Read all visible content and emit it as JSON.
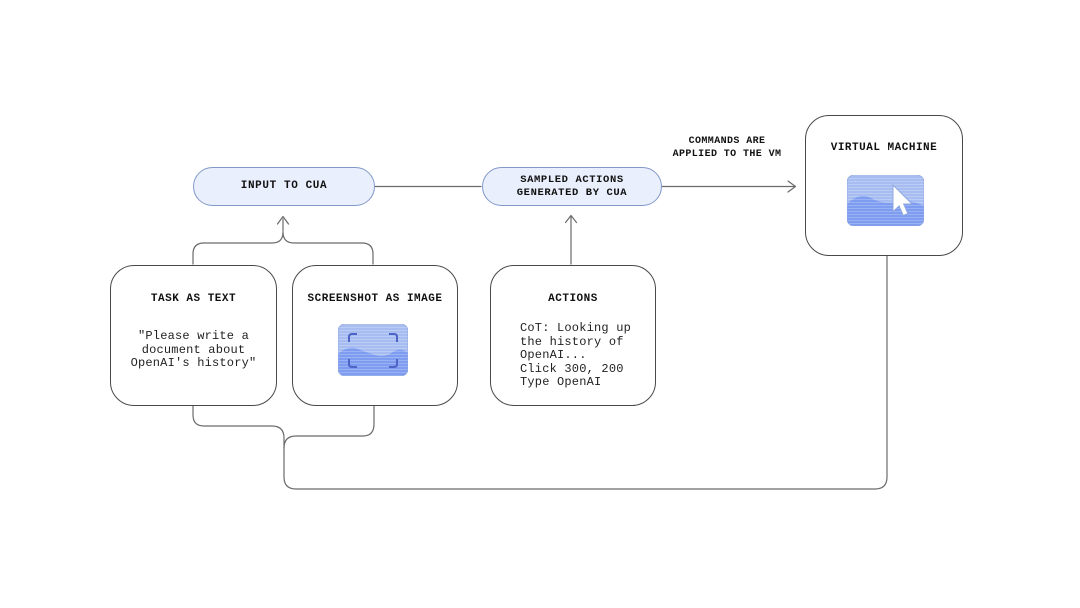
{
  "title": "CUA flow diagram",
  "nodes": {
    "input_pill": {
      "label": "INPUT TO CUA"
    },
    "sampled_pill": {
      "line1": "SAMPLED ACTIONS",
      "line2": "GENERATED BY CUA"
    },
    "vm": {
      "title": "VIRTUAL MACHINE"
    },
    "task": {
      "title": "TASK AS TEXT",
      "lines": [
        "\"Please write a",
        "document about",
        "OpenAI's history\""
      ]
    },
    "screenshot": {
      "title": "SCREENSHOT AS IMAGE"
    },
    "actions": {
      "title": "ACTIONS",
      "lines": [
        "CoT: Looking up",
        "the history of",
        "OpenAI...",
        "Click 300, 200",
        "Type OpenAI"
      ]
    }
  },
  "labels": {
    "vm_arrow": {
      "line1": "COMMANDS ARE",
      "line2": "APPLIED TO THE VM"
    }
  },
  "icons": {
    "cursor": "mouse-pointer-arrow",
    "vm_thumbnail": "landscape-image",
    "screenshot_thumbnail": "landscape-image-with-capture-brackets"
  },
  "colors": {
    "background": "#ffffff",
    "pill_fill": "#e9effc",
    "pill_border": "#8299c7",
    "node_border": "#494949",
    "connector": "#6a6a6a",
    "text": "#1a1a1a",
    "thumb_light_blue": "#a7bdf1",
    "thumb_blue": "#7e9cf0",
    "bracket_blue": "#4d63c6"
  }
}
